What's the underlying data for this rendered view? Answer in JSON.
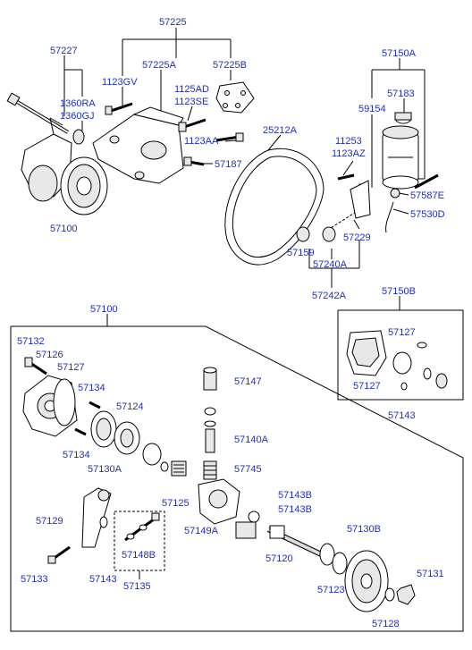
{
  "callouts": {
    "c57225": "57225",
    "c57227": "57227",
    "c57225A": "57225A",
    "c57225B": "57225B",
    "c1123GV": "1123GV",
    "c1125AD": "1125AD",
    "c1123SE": "1123SE",
    "c1360RA": "1360RA",
    "c1360GJ": "1360GJ",
    "c1123AA": "1123AA",
    "c25212A": "25212A",
    "c57187": "57187",
    "c57100top": "57100",
    "c57150A": "57150A",
    "c57183": "57183",
    "c59154": "59154",
    "c11253": "11253",
    "c1123AZ": "1123AZ",
    "c57587E": "57587E",
    "c57530D": "57530D",
    "c57229": "57229",
    "c57159": "57159",
    "c57240A": "57240A",
    "c57242A": "57242A",
    "c57150B": "57150B",
    "c57127b1": "57127",
    "c57127b2": "57127",
    "c57143b": "57143",
    "c57100kit": "57100",
    "c57132": "57132",
    "c57126": "57126",
    "c57127": "57127",
    "c57134a": "57134",
    "c57124": "57124",
    "c57134b": "57134",
    "c57130A": "57130A",
    "c57147": "57147",
    "c57140A": "57140A",
    "c57745": "57745",
    "c57125": "57125",
    "c57129": "57129",
    "c57143B1": "57143B",
    "c57143B2": "57143B",
    "c57149A": "57149A",
    "c57130B": "57130B",
    "c57120": "57120",
    "c57148B": "57148B",
    "c57133": "57133",
    "c57143": "57143",
    "c57135": "57135",
    "c57123": "57123",
    "c57131": "57131",
    "c57128": "57128"
  }
}
